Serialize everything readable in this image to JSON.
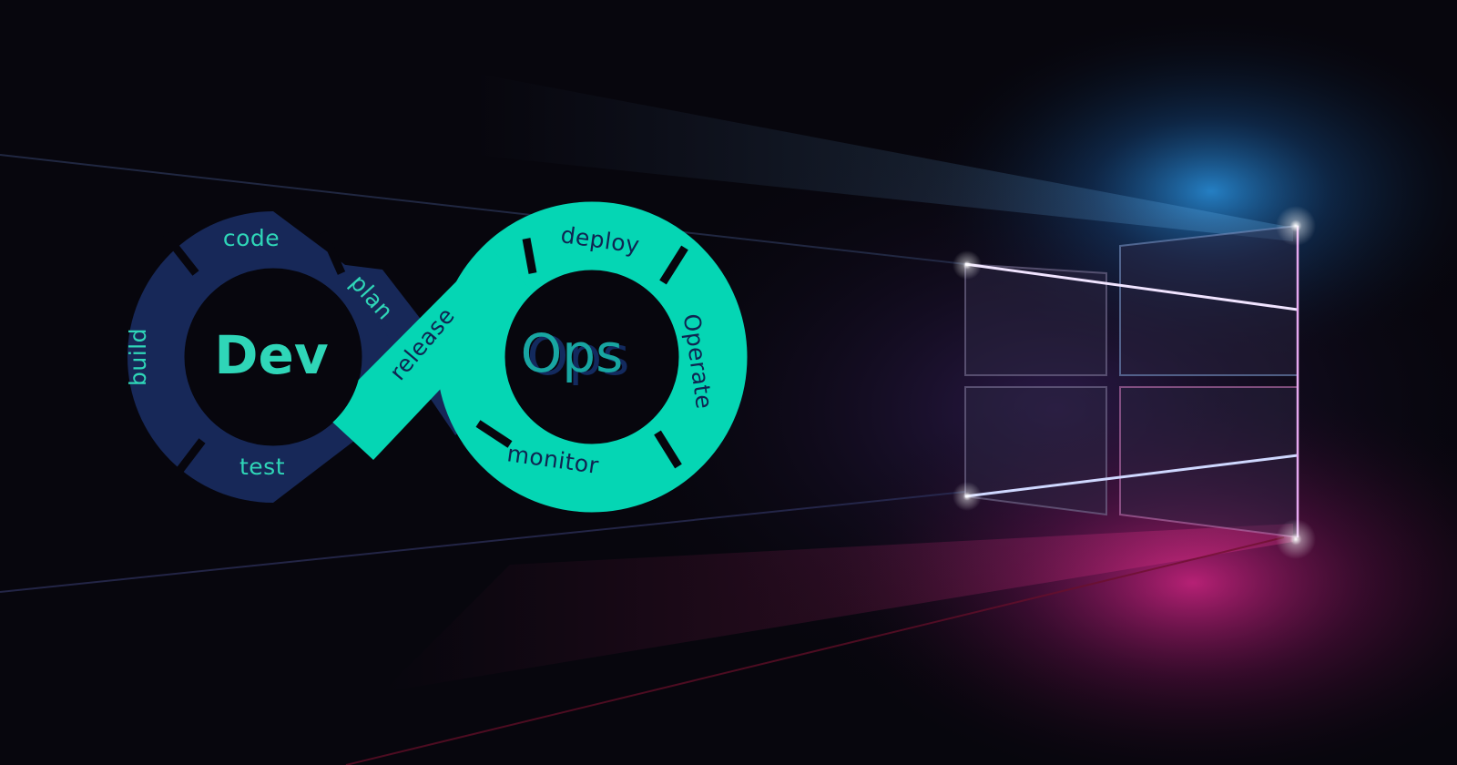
{
  "diagram": {
    "center_left": "Dev",
    "center_right": "Ops",
    "stages": {
      "code": "code",
      "plan": "plan",
      "build": "build",
      "test": "test",
      "release": "release",
      "deploy": "deploy",
      "operate": "Operate",
      "monitor": "monitor"
    }
  },
  "colors": {
    "background": "#07060d",
    "dev_loop": "#172858",
    "ops_loop": "#05d6b4",
    "dev_text": "#2fd6b8",
    "ops_text": "#0f2451",
    "glow_blue": "#2ea7ff",
    "glow_pink": "#ff2b9e"
  },
  "icons": {
    "logo": "windows-logo-icon"
  }
}
